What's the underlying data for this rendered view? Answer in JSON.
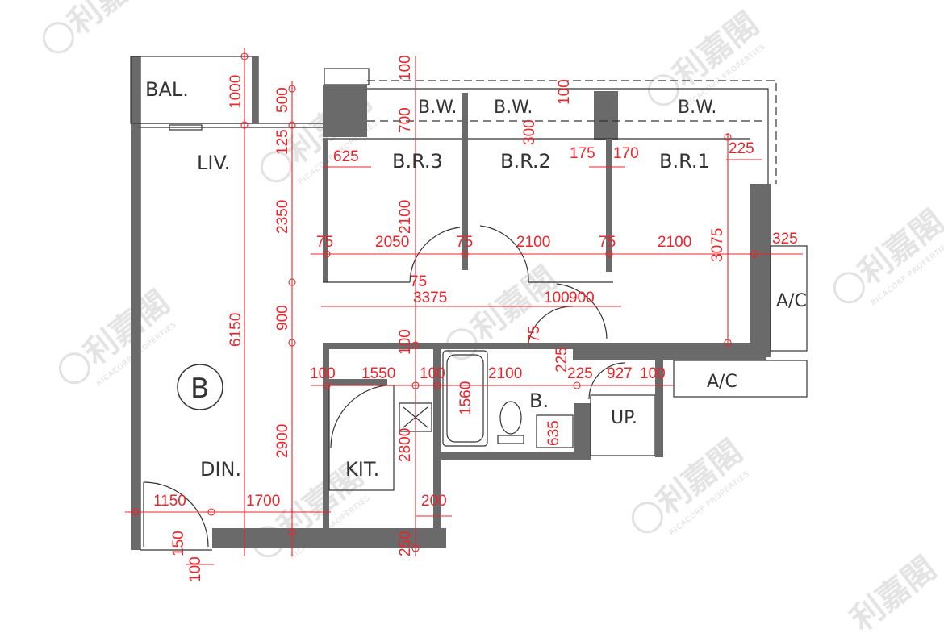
{
  "unit_label": "B",
  "rooms": {
    "bal": "BAL.",
    "liv": "LIV.",
    "din": "DIN.",
    "br3": "B.R.3",
    "br2": "B.R.2",
    "br1": "B.R.1",
    "bw1": "B.W.",
    "bw2": "B.W.",
    "bw3": "B.W.",
    "ac1": "A/C",
    "ac2": "A/C",
    "kit": "KIT.",
    "bath": "B.",
    "up": "UP."
  },
  "dimensions": {
    "d1000": "1000",
    "d500": "500",
    "d125": "125",
    "d2350": "2350",
    "d6150": "6150",
    "d900a": "900",
    "d2900": "2900",
    "d100top": "100",
    "d700": "700",
    "d100bw": "100",
    "d300": "300",
    "d625": "625",
    "d175": "175",
    "d170": "170",
    "d225top": "225",
    "d2100v": "2100",
    "d75a": "75",
    "d2050": "2050",
    "d75b": "75",
    "d2100a": "2100",
    "d75c": "75",
    "d2100b": "2100",
    "d3075": "3075",
    "d325": "325",
    "d75d": "75",
    "d3375": "3375",
    "d100b": "100",
    "d900b": "900",
    "d75e": "75",
    "d100v": "100",
    "d225b": "225",
    "d100k": "100",
    "d1550": "1550",
    "d100c": "100",
    "d2100c": "2100",
    "d225c": "225",
    "d927": "927",
    "d100d": "100",
    "d1560": "1560",
    "d2800": "2800",
    "d635": "635",
    "d1150": "1150",
    "d1700": "1700",
    "d200": "200",
    "d250": "250",
    "d150": "150",
    "d100bot": "100"
  },
  "watermark": {
    "brand": "利嘉閣",
    "sub": "RICACORP PROPERTIES"
  },
  "colors": {
    "wall": "#6a6a6a",
    "dimension": "#e8262c",
    "line": "#333333",
    "watermark": "#cfcfcf"
  }
}
